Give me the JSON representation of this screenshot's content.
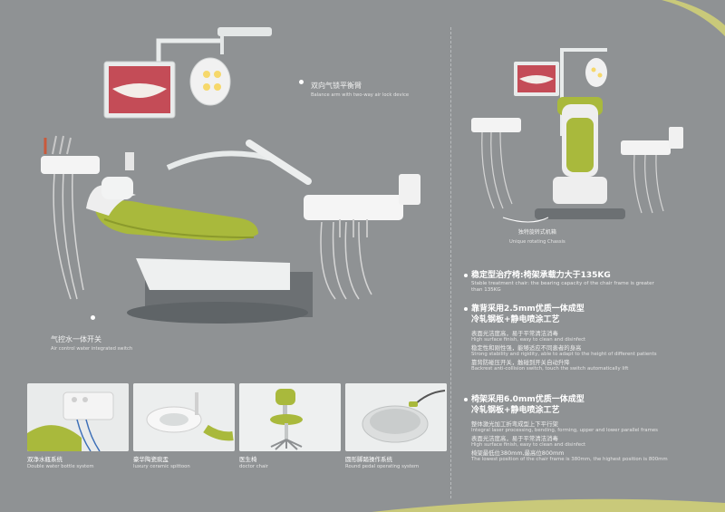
{
  "callouts": {
    "balance_arm": {
      "cn": "双向气锁平衡臂",
      "en": "Balance arm with two-way air lock device"
    },
    "air_control": {
      "cn": "气控水一体开关",
      "en": "Air control water integrated switch"
    },
    "rotating_chassis": {
      "cn": "独特旋转式机箱",
      "en": "Unique rotating Chassis"
    }
  },
  "features": [
    {
      "title": "稳定型治疗椅:椅架承载力大于135KG",
      "title_en": "Stable treatment chair: the bearing capacity of the chair frame is greater than 135KG",
      "lines": []
    },
    {
      "title": "靠背采用2.5mm优质一体成型",
      "title2": "冷轧钢板+静电喷涂工艺",
      "lines": [
        {
          "cn": "表面光洁度高，易于平常清洁消毒",
          "en": "High surface finish, easy to clean and disinfect"
        },
        {
          "cn": "稳定性和刚性强，能够适应不同患者的身高",
          "en": "Strong stability and rigidity, able to adapt to the height of different patients"
        },
        {
          "cn": "靠背防碰压开关，触碰到开关自动升降",
          "en": "Backrest anti-collision switch, touch the switch automatically lift"
        }
      ]
    },
    {
      "title": "椅架采用6.0mm优质一体成型",
      "title2": "冷轧钢板+静电喷涂工艺",
      "lines": [
        {
          "cn": "整体激光加工折弯成型上下平行架",
          "en": "Integral laser processing, bending, forming, upper and lower parallel frames"
        },
        {
          "cn": "表面光洁度高，易于平常清洁消毒",
          "en": "High surface finish, easy to clean and disinfect"
        },
        {
          "cn": "椅架最低位380mm,最高位800mm",
          "en": "The lowest position of the chair frame is 380mm, the highest position is 800mm"
        }
      ]
    }
  ],
  "thumbnails": [
    {
      "cn": "双净水瓶系统",
      "en": "Double water bottle system"
    },
    {
      "cn": "豪华陶瓷痰盂",
      "en": "luxury ceramic spittoon"
    },
    {
      "cn": "医生椅",
      "en": "doctor chair"
    },
    {
      "cn": "圆形脚踏操作系统",
      "en": "Round pedal operating system"
    }
  ],
  "colors": {
    "background": "#8f9294",
    "seat": "#a8b83a",
    "accent": "#d7d98a",
    "white_parts": "#f2f3f3"
  }
}
